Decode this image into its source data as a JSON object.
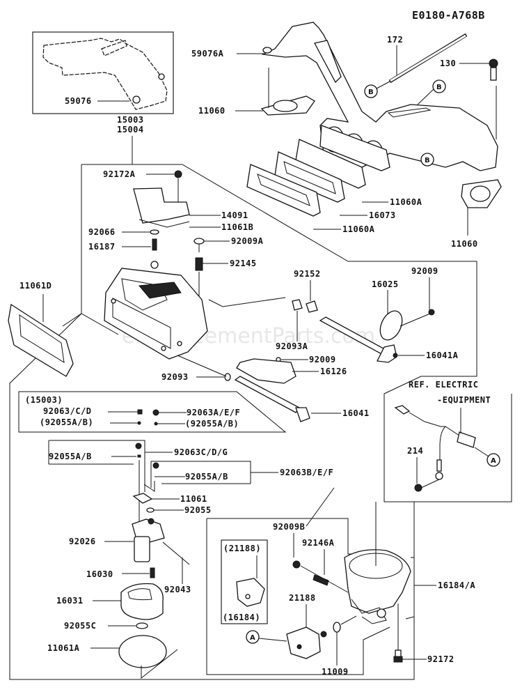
{
  "diagram": {
    "reference_code": "E0180-A768B",
    "watermark": "eReplacementParts.com",
    "subassembly_note": "(15003)",
    "electric_ref_line1": "REF. ELECTRIC",
    "electric_ref_line2": "-EQUIPMENT",
    "callout_a": "A",
    "callout_b": "B",
    "labels": {
      "p59076A": "59076A",
      "p59076": "59076",
      "p11060_top": "11060",
      "p15003": "15003",
      "p15004": "15004",
      "p172": "172",
      "p130": "130",
      "p92172A": "92172A",
      "p14091": "14091",
      "p11061B": "11061B",
      "p92066": "92066",
      "p16187": "16187",
      "p92009A": "92009A",
      "p92145": "92145",
      "p11060A_1": "11060A",
      "p16073": "16073",
      "p11060A_2": "11060A",
      "p11060_right": "11060",
      "p11061D": "11061D",
      "p92152": "92152",
      "p16025": "16025",
      "p92009_1": "92009",
      "p92093A": "92093A",
      "p16041A": "16041A",
      "p92009_2": "92009",
      "p92093": "92093",
      "p16126": "16126",
      "p16041": "16041",
      "p92063CD": "92063/C/D",
      "p92055AB_1": "(92055A/B)",
      "p92063AEF": "92063A/E/F",
      "p92055AB_2": "(92055A/B)",
      "p92055AB_3": "92055A/B",
      "p92063CDG": "92063C/D/G",
      "p92055AB_4": "92055A/B",
      "p92063BEF": "92063B/E/F",
      "p11061": "11061",
      "p92055": "92055",
      "p92026": "92026",
      "p16030": "16030",
      "p92043": "92043",
      "p16031": "16031",
      "p92055C": "92055C",
      "p11061A": "11061A",
      "p214": "214",
      "p92009B": "92009B",
      "p92146A": "92146A",
      "p21188_paren": "(21188)",
      "p16184_paren": "(16184)",
      "p21188": "21188",
      "p16184A": "16184/A",
      "p11009": "11009",
      "p92172": "92172"
    }
  }
}
